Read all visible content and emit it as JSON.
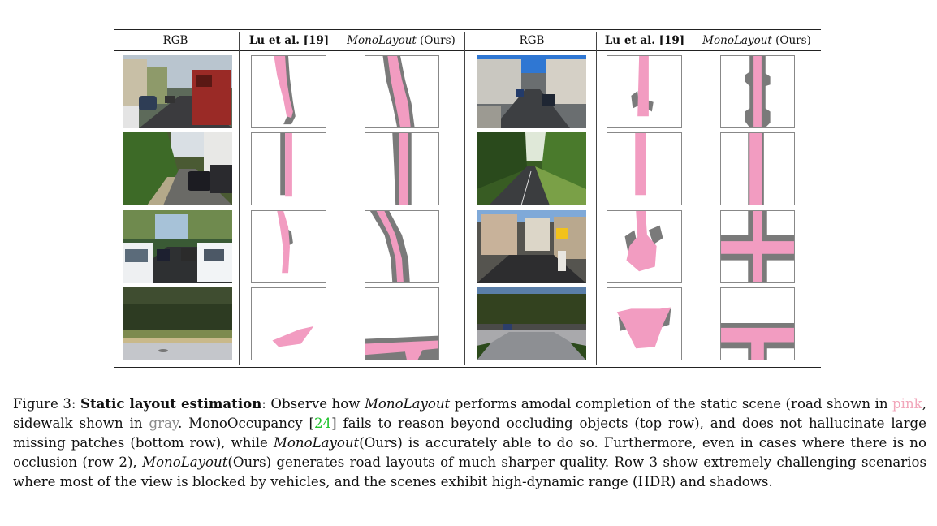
{
  "headers": {
    "rgb_left": "RGB",
    "lu_left": "Lu et al. [19]",
    "mono_left_name": "MonoLayout",
    "mono_left_suffix": " (Ours)",
    "rgb_right": "RGB",
    "lu_right": "Lu et al. [19]",
    "mono_right_name": "MonoLayout",
    "mono_right_suffix": " (Ours)"
  },
  "colors": {
    "road": "#f29cc1",
    "sidewalk": "#7a7a7a",
    "border": "#888888"
  },
  "images": [
    {
      "row": 1,
      "side": "left",
      "scene": "street-with-red-truck-and-parked-cars"
    },
    {
      "row": 2,
      "side": "left",
      "scene": "narrow-street-with-hedge-and-cars"
    },
    {
      "row": 3,
      "side": "left",
      "scene": "street-with-white-van-and-cars"
    },
    {
      "row": 4,
      "side": "left",
      "scene": "road-with-hedge-and-grass"
    },
    {
      "row": 1,
      "side": "right",
      "scene": "residential-street-with-parked-cars"
    },
    {
      "row": 2,
      "side": "right",
      "scene": "road-through-forest"
    },
    {
      "row": 3,
      "side": "right",
      "scene": "intersection-with-houses-and-sign"
    },
    {
      "row": 4,
      "side": "right",
      "scene": "t-junction-with-trees"
    }
  ],
  "caption": {
    "label": "Figure 3: ",
    "title": "Static layout estimation",
    "p1": ": Observe how ",
    "name1": "MonoLayout",
    "p2": " performs amodal completion of the static scene (road shown in ",
    "pink_word": "pink",
    "p3": ", sidewalk shown in ",
    "gray_word": "gray",
    "p4": ". MonoOccupancy [",
    "ref": "24",
    "p5": "] fails to reason beyond occluding objects (top row), and does not hallucinate large missing patches (bottom row), while ",
    "name2": "MonoLayout",
    "p6": "(Ours) is accurately able to do so. Furthermore, even in cases where there is no occlusion (row 2), ",
    "name3": "MonoLayout",
    "p7": "(Ours) generates road layouts of much sharper quality. Row 3 show extremely challenging scenarios where most of the view is blocked by vehicles, and the scenes exhibit high-dynamic range (HDR) and shadows."
  }
}
